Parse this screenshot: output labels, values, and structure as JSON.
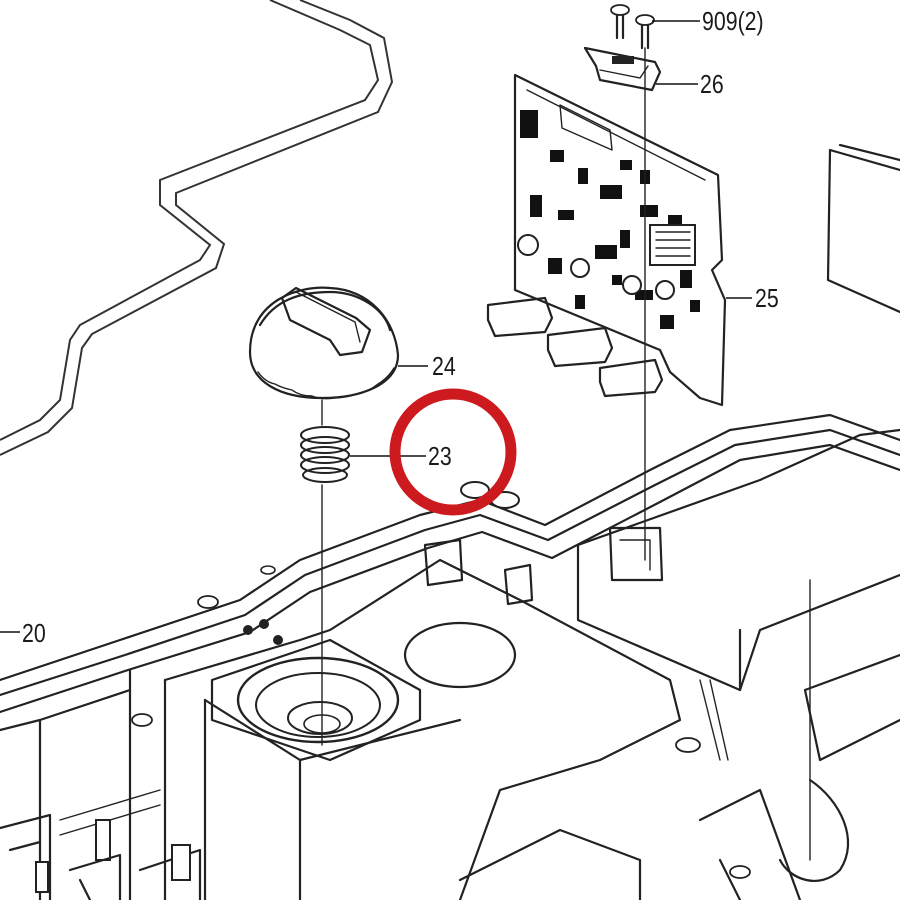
{
  "callouts": {
    "c909": "909(2)",
    "c26": "26",
    "c25": "25",
    "c24": "24",
    "c23": "23",
    "c20": "20"
  },
  "highlight": {
    "target": "23",
    "color": "#cc1a1f"
  }
}
